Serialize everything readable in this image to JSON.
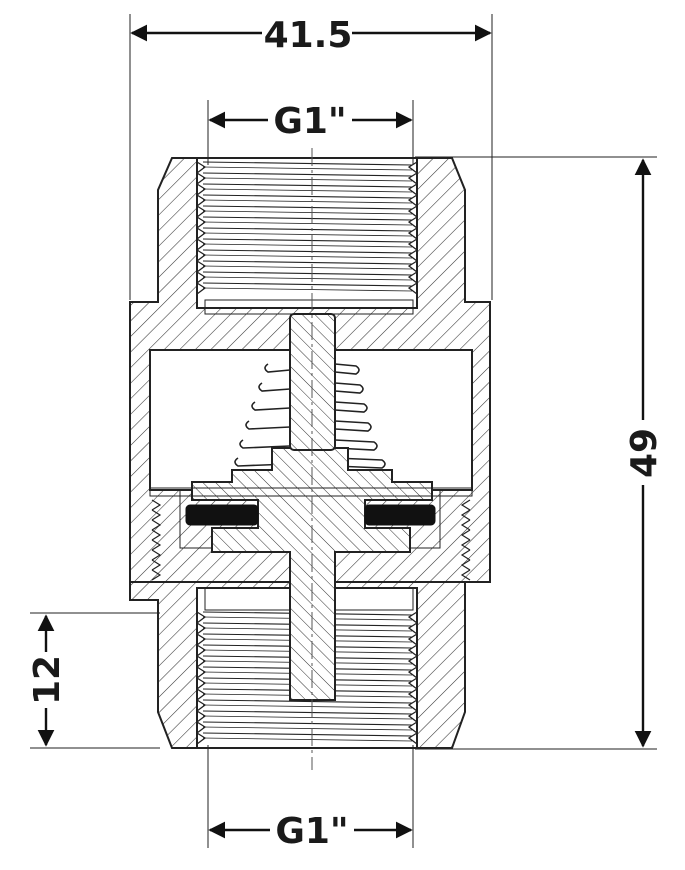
{
  "dimensions": {
    "overall_width": "41.5",
    "thread_top": "G1\"",
    "thread_bottom": "G1\"",
    "overall_height": "49",
    "thread_length": "12"
  },
  "colors": {
    "line": "#222222",
    "seal": "#111111",
    "background": "#ffffff"
  }
}
